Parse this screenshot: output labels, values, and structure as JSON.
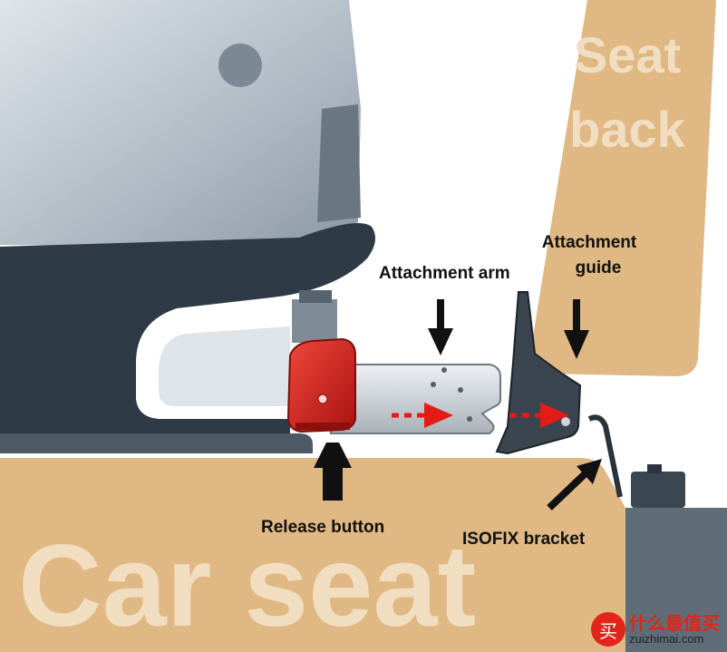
{
  "diagram": {
    "big_labels": {
      "seat_back_line1": "Seat",
      "seat_back_line2": "back",
      "car_seat": "Car seat"
    },
    "callouts": {
      "attachment_arm": "Attachment arm",
      "attachment_guide_line1": "Attachment",
      "attachment_guide_line2": "guide",
      "release_button": "Release button",
      "isofix_bracket": "ISOFIX bracket"
    }
  },
  "watermark": {
    "logo_char": "买",
    "site_name": "什么最值买",
    "domain": "zuizhimai.com"
  },
  "colors": {
    "tan": "#dfb883",
    "tan_text": "#f1ddc0",
    "shell_light": "#b8c2cc",
    "shell_dark": "#2e3a45",
    "release_red": "#d8241d",
    "arm_metal": "#c9ced3",
    "arrow_red": "#e41b17"
  }
}
